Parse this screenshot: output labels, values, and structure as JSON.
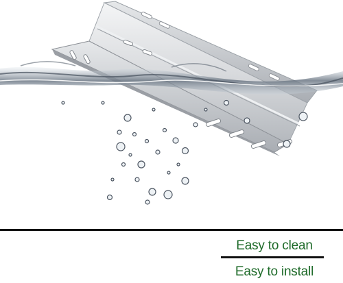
{
  "features": {
    "easy_clean": "Easy to clean",
    "easy_install": "Easy to install"
  },
  "colors": {
    "text": "#1f6b2a",
    "divider": "#111111",
    "steel_light": "#e9eaec",
    "steel_mid": "#c3c6ca",
    "steel_dark": "#8e9298",
    "water": "#5a6470"
  },
  "image": {
    "subject": "heat-plate-illustration",
    "effect": "water-splash-illustration"
  }
}
